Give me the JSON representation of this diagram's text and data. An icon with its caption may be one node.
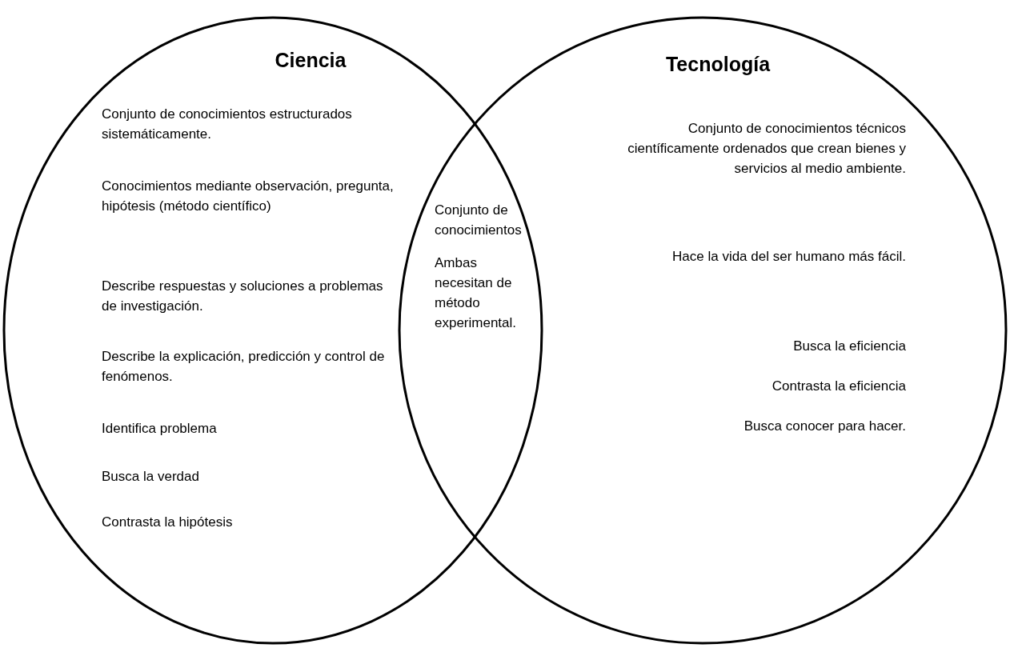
{
  "diagram": {
    "nodes": [
      {
        "text": [
          "Ciencia",
          "Conjunto de conocimientos estructurados sistemáticamente.",
          "Conocimientos mediante observación, pregunta, hipótesis (método científico)",
          "Describe respuestas y soluciones a problemas de investigación.",
          "Describe la explicación, predicción y control de fenómenos.",
          "Identifica problema",
          "Busca la verdad",
          "Contrasta la hipótesis"
        ]
      },
      {
        "text": [
          "Tecnología",
          "Conjunto de conocimientos técnicos científicamente ordenados que crean bienes y servicios al medio ambiente.",
          "Hace la vida del ser humano más fácil.",
          "Busca la eficiencia",
          "Contrasta la eficiencia",
          "Busca conocer para hacer."
        ]
      }
    ],
    "edges": [],
    "labels": [
      "Conjunto de conocimientos",
      "Ambas necesitan de método experimental."
    ]
  }
}
